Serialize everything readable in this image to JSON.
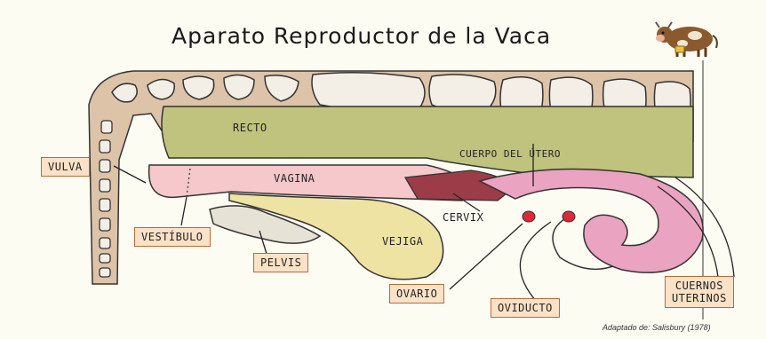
{
  "title": "Aparato Reproductor de la Vaca",
  "credit": "Adaptado de: Salisbury (1978)",
  "labels": {
    "recto": "RECTO",
    "vagina": "VAGINA",
    "cuerpo_utero": "CUERPO DEL ÚTERO",
    "cervix": "CERVIX",
    "vejiga": "VEJIGA",
    "vulva": "VULVA",
    "vestibulo": "VESTÍBULO",
    "pelvis": "PELVIS",
    "ovario": "OVARIO",
    "oviducto": "OVIDUCTO",
    "cuernos_line1": "CUERNOS",
    "cuernos_line2": "UTERINOS"
  },
  "colors": {
    "spine": "#ddc3a8",
    "rectum": "#bfc37d",
    "vagina": "#f6c7cb",
    "uterus": "#eaa3c0",
    "bladder": "#efe3a3",
    "cervix": "#9c3c48",
    "label_fill": "#fbe2c6",
    "label_border": "#b86a3a"
  },
  "icon": "cow-icon"
}
